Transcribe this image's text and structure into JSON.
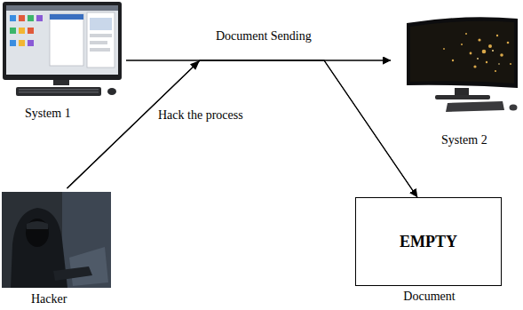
{
  "diagram": {
    "nodes": [
      {
        "text": [
          "System 1"
        ]
      },
      {
        "text": [
          "System 2"
        ]
      },
      {
        "text": [
          "Hacker"
        ]
      },
      {
        "text": [
          "EMPTY",
          "Document"
        ]
      }
    ],
    "edges": [
      {
        "from": 0,
        "to": 1,
        "arrow": "to",
        "label": "Document Sending"
      },
      {
        "from": 0,
        "to": 3,
        "arrow": "to"
      },
      {
        "from": 2,
        "to": 1,
        "arrow": "to",
        "label": "Hack the process"
      },
      {
        "from": 2,
        "to": 3,
        "arrow": "to"
      }
    ]
  }
}
